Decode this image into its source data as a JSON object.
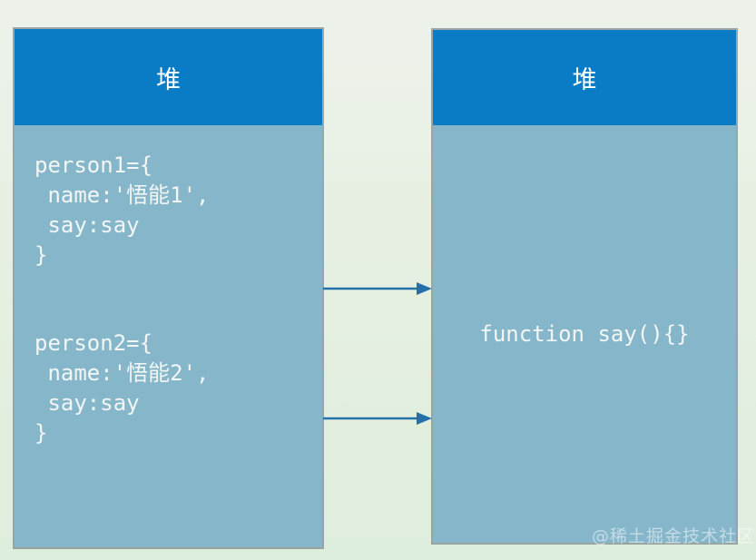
{
  "colors": {
    "header_blue": "#0a7cc5",
    "body_blue": "#85b6ca",
    "arrow": "#2371a8",
    "background_top": "#edf2eb",
    "background_bottom": "#deeedd"
  },
  "left_box": {
    "header": "堆",
    "person1": {
      "lines": [
        "person1={",
        " name:'悟能1',",
        " say:say",
        "}"
      ]
    },
    "person2": {
      "lines": [
        "person2={",
        " name:'悟能2',",
        " say:say",
        "}"
      ]
    }
  },
  "right_box": {
    "header": "堆",
    "content": "function say(){}"
  },
  "watermark": "@稀土掘金技术社区"
}
